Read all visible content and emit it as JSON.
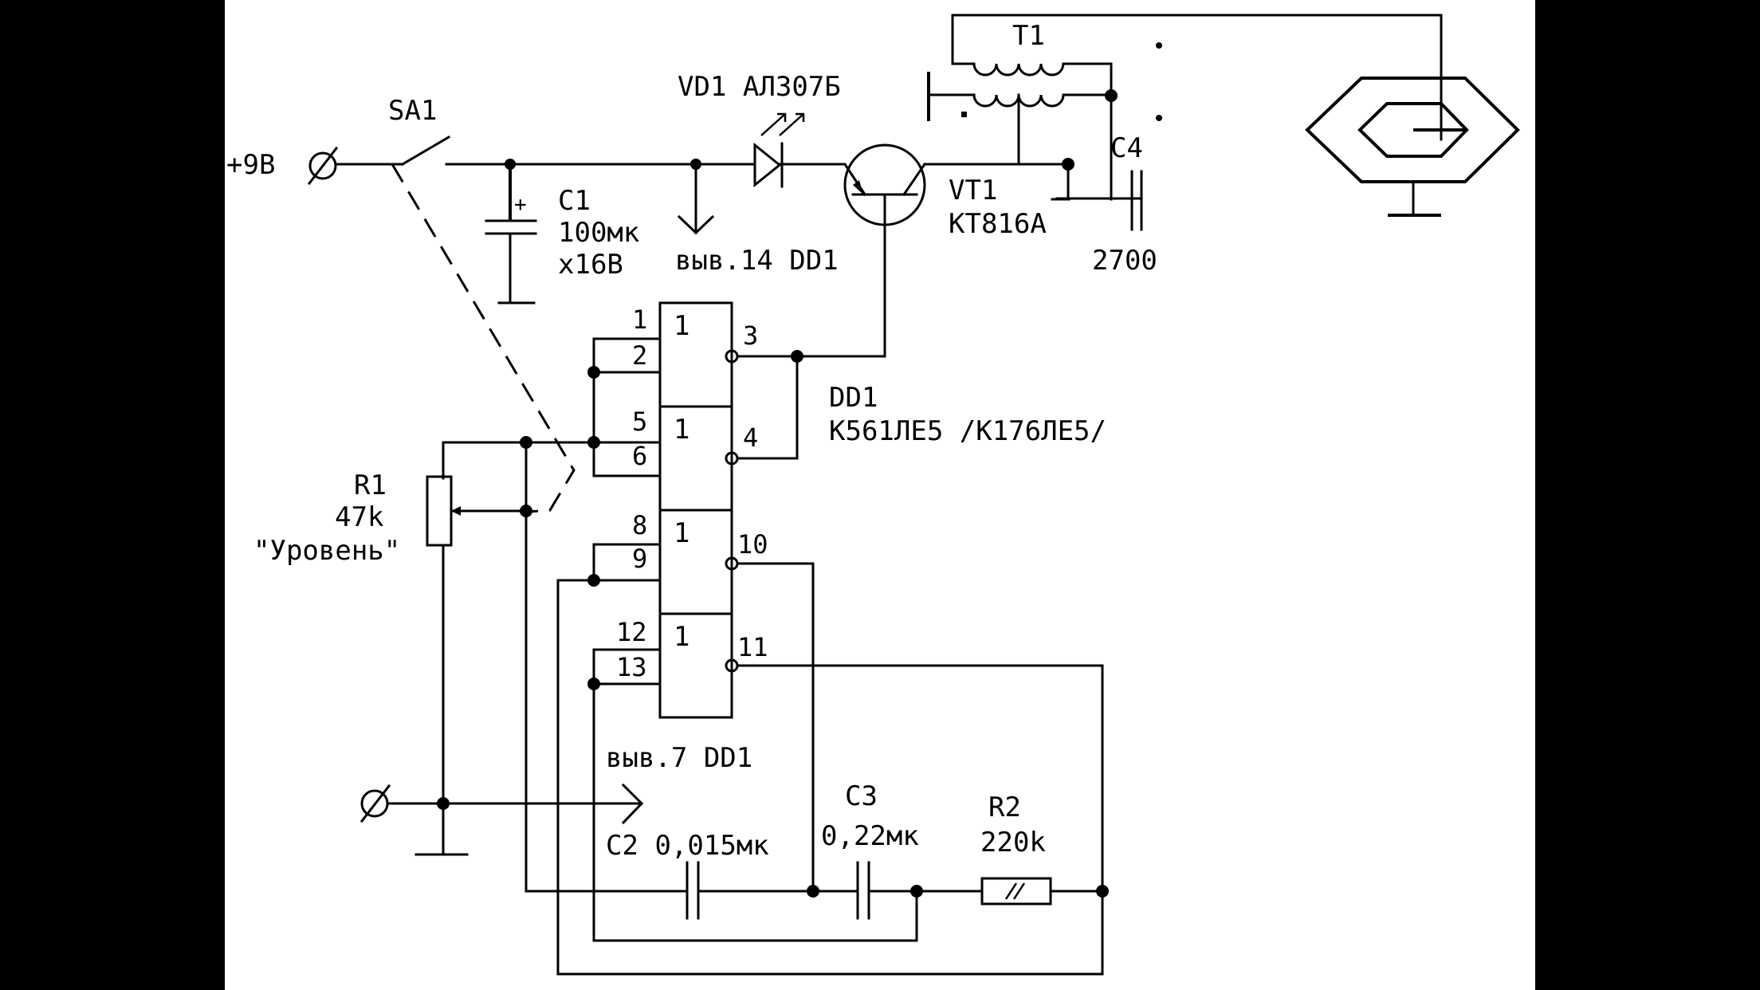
{
  "diagram": {
    "type": "electrical-schematic",
    "power": {
      "supply_label": "+9В"
    },
    "switch": {
      "ref": "SA1"
    },
    "capacitors": [
      {
        "ref": "C1",
        "value": "100мк",
        "rating": "x16В"
      },
      {
        "ref": "C2",
        "value": "0,015мк"
      },
      {
        "ref": "C3",
        "value": "0,22мк"
      },
      {
        "ref": "C4",
        "value": "2700"
      }
    ],
    "led": {
      "ref": "VD1",
      "part": "АЛ307Б"
    },
    "transistor": {
      "ref": "VT1",
      "part": "КТ816А"
    },
    "transformer": {
      "ref": "T1"
    },
    "resistors": [
      {
        "ref": "R1",
        "value": "47k",
        "name": "\"Уровень\""
      },
      {
        "ref": "R2",
        "value": "220k"
      }
    ],
    "ic": {
      "ref": "DD1",
      "part": "К561ЛЕ5 /К176ЛЕ5/",
      "gate_symbol": "1",
      "pins": [
        "1",
        "2",
        "3",
        "4",
        "5",
        "6",
        "8",
        "9",
        "10",
        "11",
        "12",
        "13"
      ]
    },
    "notes": {
      "pin14": "выв.14 DD1",
      "pin7": "выв.7 DD1"
    }
  }
}
